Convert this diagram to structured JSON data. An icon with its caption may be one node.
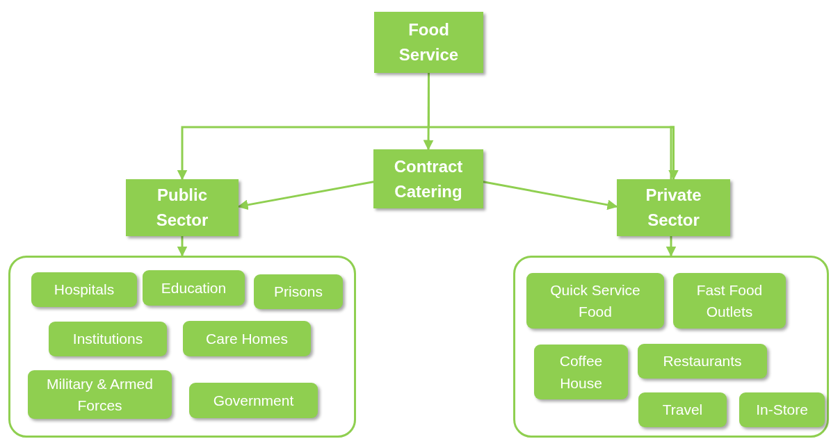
{
  "diagram": {
    "nodes": [
      {
        "text": [
          "Food Service"
        ]
      },
      {
        "text": [
          "Contract Catering"
        ]
      },
      {
        "text": [
          "Public Sector"
        ]
      },
      {
        "text": [
          "Private Sector"
        ]
      },
      {
        "text": [],
        "shape": "box"
      },
      {
        "text": [
          "Hospitals"
        ],
        "in": 4
      },
      {
        "text": [
          "Education"
        ],
        "in": 4
      },
      {
        "text": [
          "Prisons"
        ],
        "in": 4
      },
      {
        "text": [
          "Institutions"
        ],
        "in": 4
      },
      {
        "text": [
          "Care Homes"
        ],
        "in": 4
      },
      {
        "text": [
          "Military & Armed Forces"
        ],
        "in": 4
      },
      {
        "text": [
          "Government"
        ],
        "in": 4
      },
      {
        "text": [],
        "shape": "box"
      },
      {
        "text": [
          "Quick Service Food"
        ],
        "in": 12
      },
      {
        "text": [
          "Fast Food Outlets"
        ],
        "in": 12
      },
      {
        "text": [
          "Coffee House"
        ],
        "in": 12
      },
      {
        "text": [
          "Restaurants"
        ],
        "in": 12
      },
      {
        "text": [
          "Travel"
        ],
        "in": 12
      },
      {
        "text": [
          "In-Store"
        ],
        "in": 12
      }
    ],
    "edges": [
      {
        "from": 0,
        "to": 2,
        "arrow": "to"
      },
      {
        "from": 0,
        "to": 1,
        "arrow": "to"
      },
      {
        "from": 0,
        "to": 3,
        "arrow": "to"
      },
      {
        "from": 1,
        "to": 2,
        "arrow": "to"
      },
      {
        "from": 1,
        "to": 3,
        "arrow": "to"
      },
      {
        "from": 2,
        "to": 4,
        "arrow": "to"
      },
      {
        "from": 3,
        "to": 12,
        "arrow": "to"
      }
    ]
  }
}
